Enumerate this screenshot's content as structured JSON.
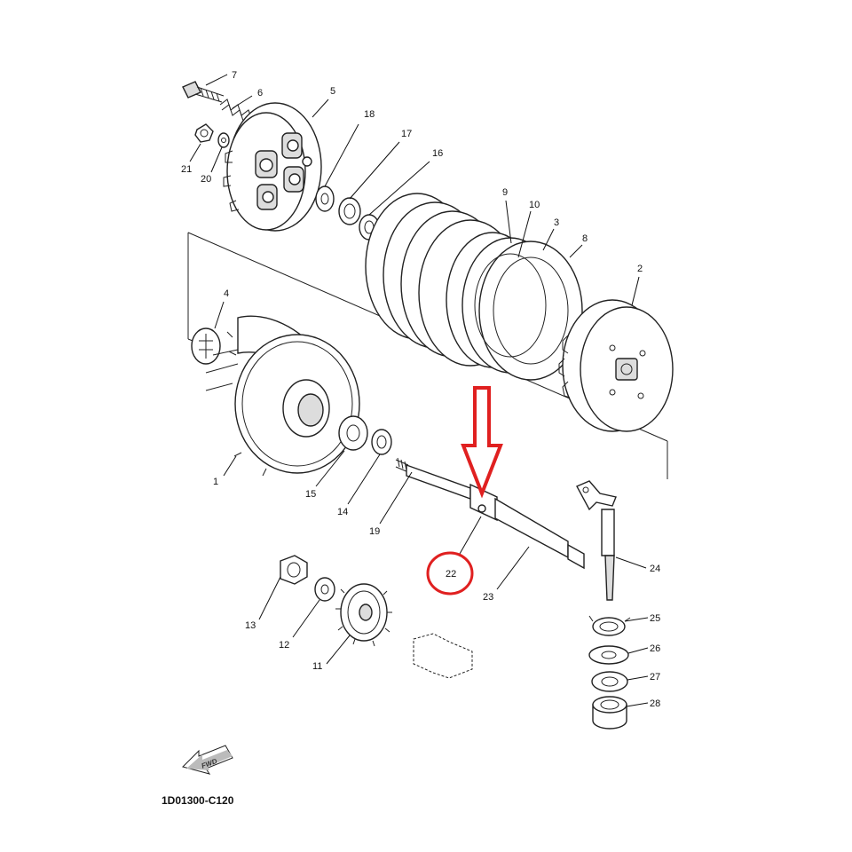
{
  "diagram": {
    "part_labels": [
      "1",
      "2",
      "3",
      "4",
      "5",
      "6",
      "7",
      "8",
      "9",
      "10",
      "11",
      "12",
      "13",
      "14",
      "15",
      "16",
      "17",
      "18",
      "19",
      "20",
      "21",
      "22",
      "23",
      "24",
      "25",
      "26",
      "27",
      "28"
    ],
    "highlighted_part": "22",
    "highlight_color": "#e02020",
    "fwd_label": "FWD",
    "diagram_code": "1D01300-C120"
  }
}
